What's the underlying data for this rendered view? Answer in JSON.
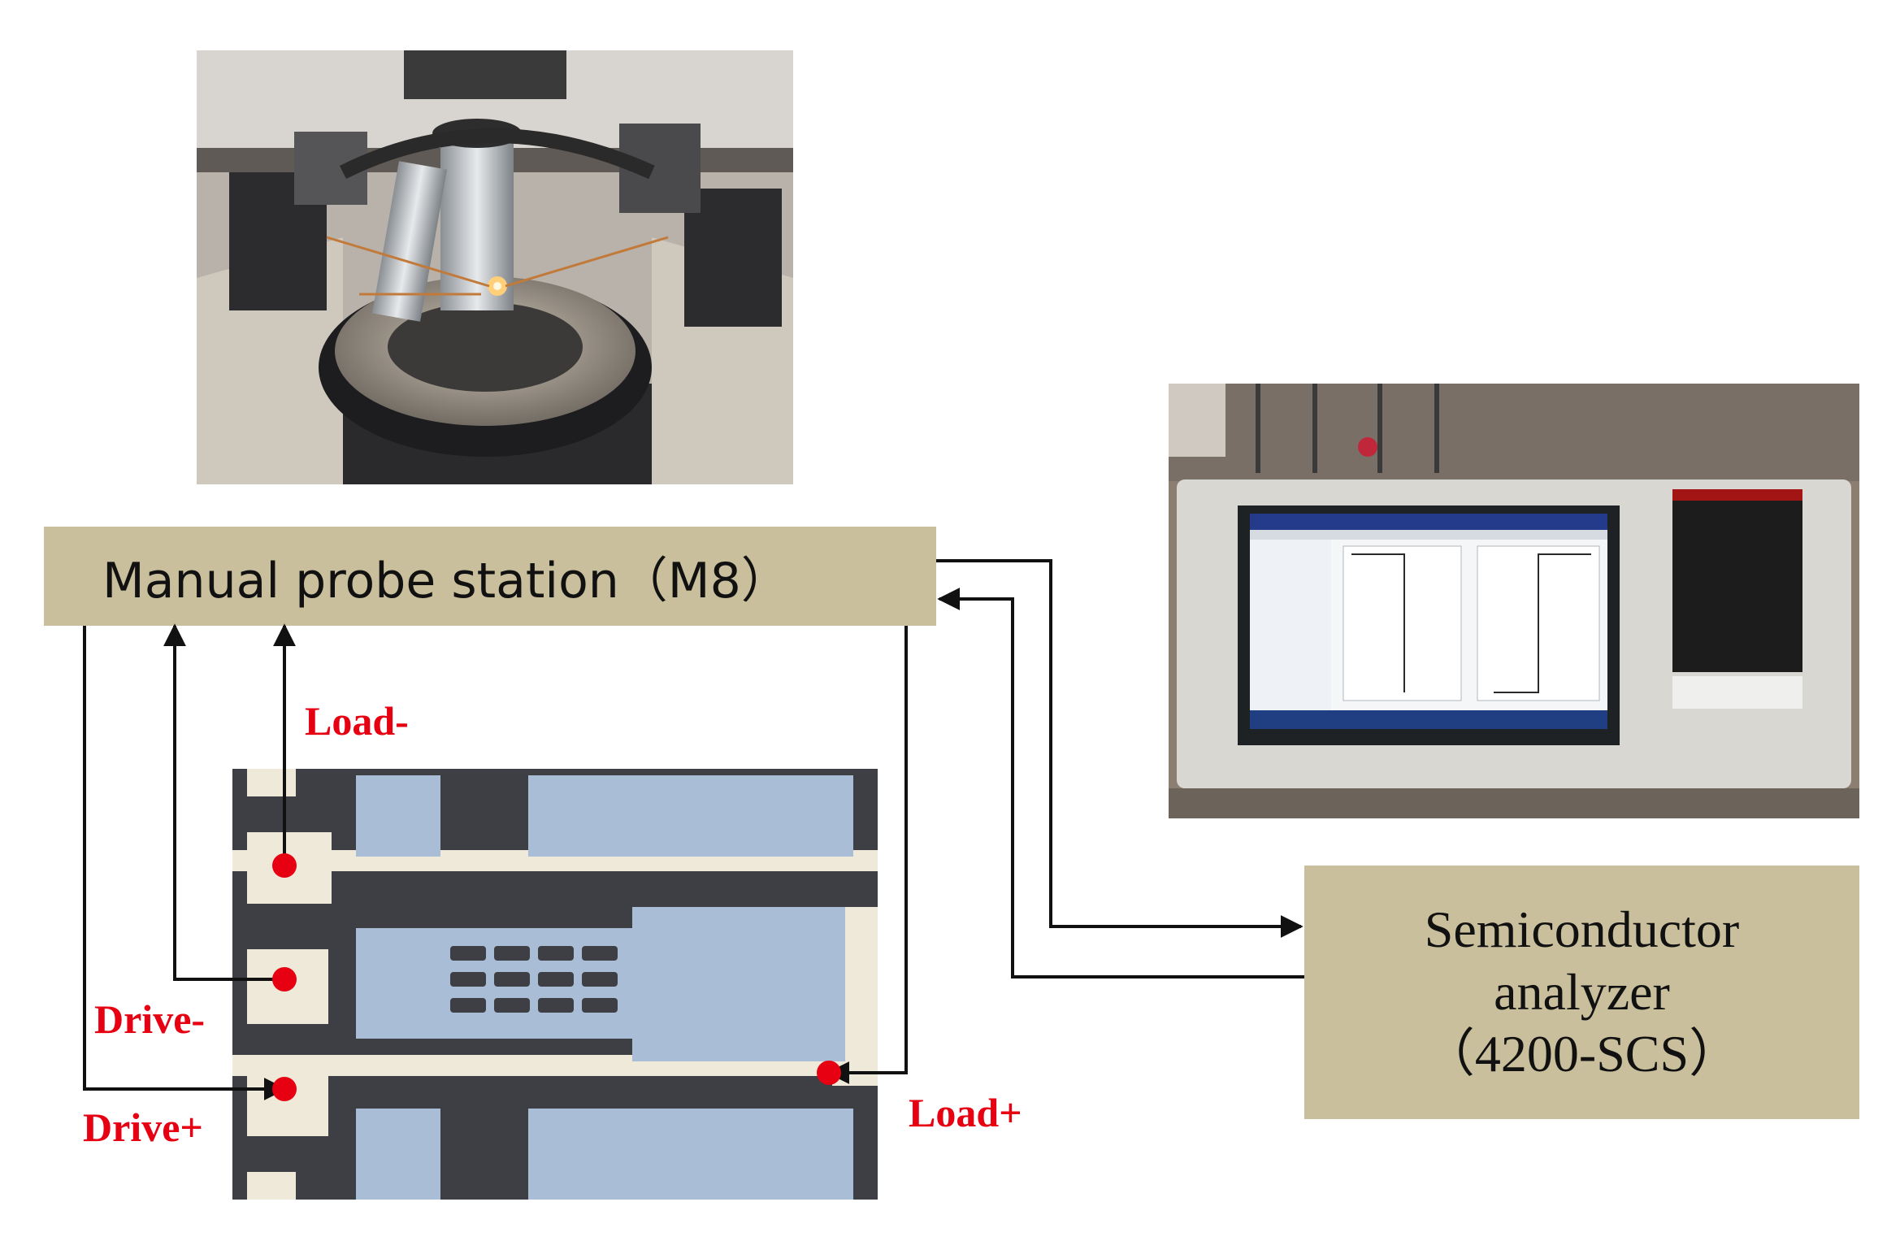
{
  "probe_station": {
    "label": "Manual probe station（M8）"
  },
  "analyzer": {
    "line1": "Semiconductor",
    "line2": "analyzer",
    "line3": "（4200-SCS）"
  },
  "terminals": {
    "load_minus": "Load-",
    "drive_minus": "Drive-",
    "drive_plus": "Drive+",
    "load_plus": "Load+"
  },
  "colors": {
    "box_fill": "#c9bf9c",
    "terminal_red": "#e60012",
    "chip_pad": "#efe9da",
    "chip_metal": "#a9bed6",
    "chip_bg": "#3d3f44"
  }
}
